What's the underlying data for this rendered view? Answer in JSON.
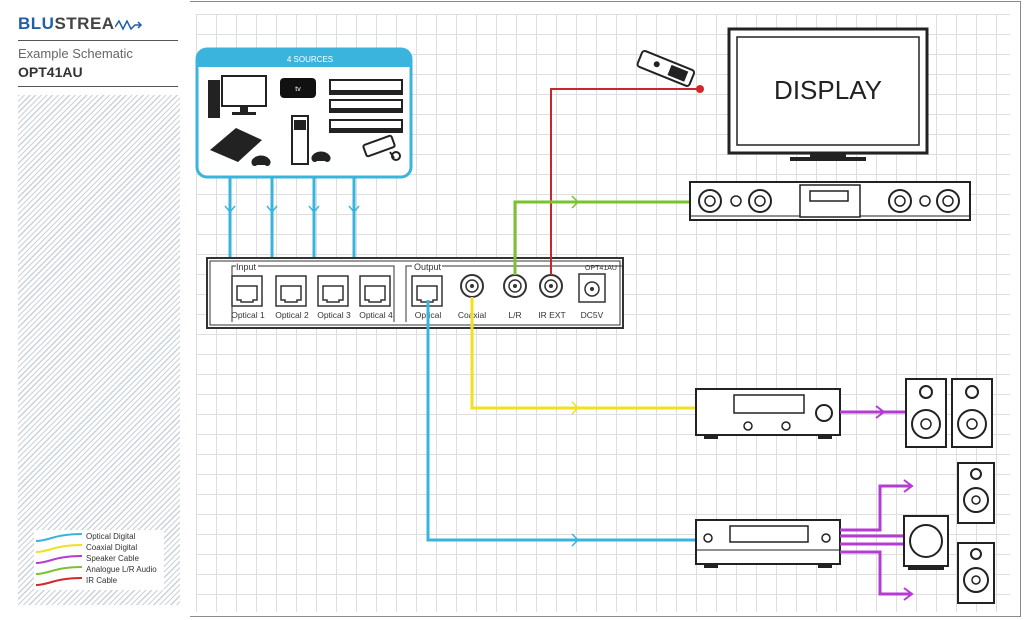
{
  "brand": {
    "blu": "BLU",
    "strea": "STREA"
  },
  "schematic_title": "Example Schematic",
  "model": "OPT41AU",
  "sources": {
    "title": "4 SOURCES",
    "appletv_label": "tv"
  },
  "device": {
    "model_label": "OPT41AU",
    "input_group": "Input",
    "output_group": "Output",
    "inputs": [
      "Optical 1",
      "Optical 2",
      "Optical 3",
      "Optical 4"
    ],
    "outputs": [
      "Optical",
      "Coaxial",
      "L/R",
      "IR EXT",
      "DC5V"
    ]
  },
  "display_label": "DISPLAY",
  "legend": [
    {
      "label": "Optical Digital",
      "color": "#3ab4dc"
    },
    {
      "label": "Coaxial Digital",
      "color": "#f0e020"
    },
    {
      "label": "Speaker Cable",
      "color": "#b43cd2"
    },
    {
      "label": "Analogue L/R Audio",
      "color": "#7ac232"
    },
    {
      "label": "IR Cable",
      "color": "#d22828"
    }
  ]
}
